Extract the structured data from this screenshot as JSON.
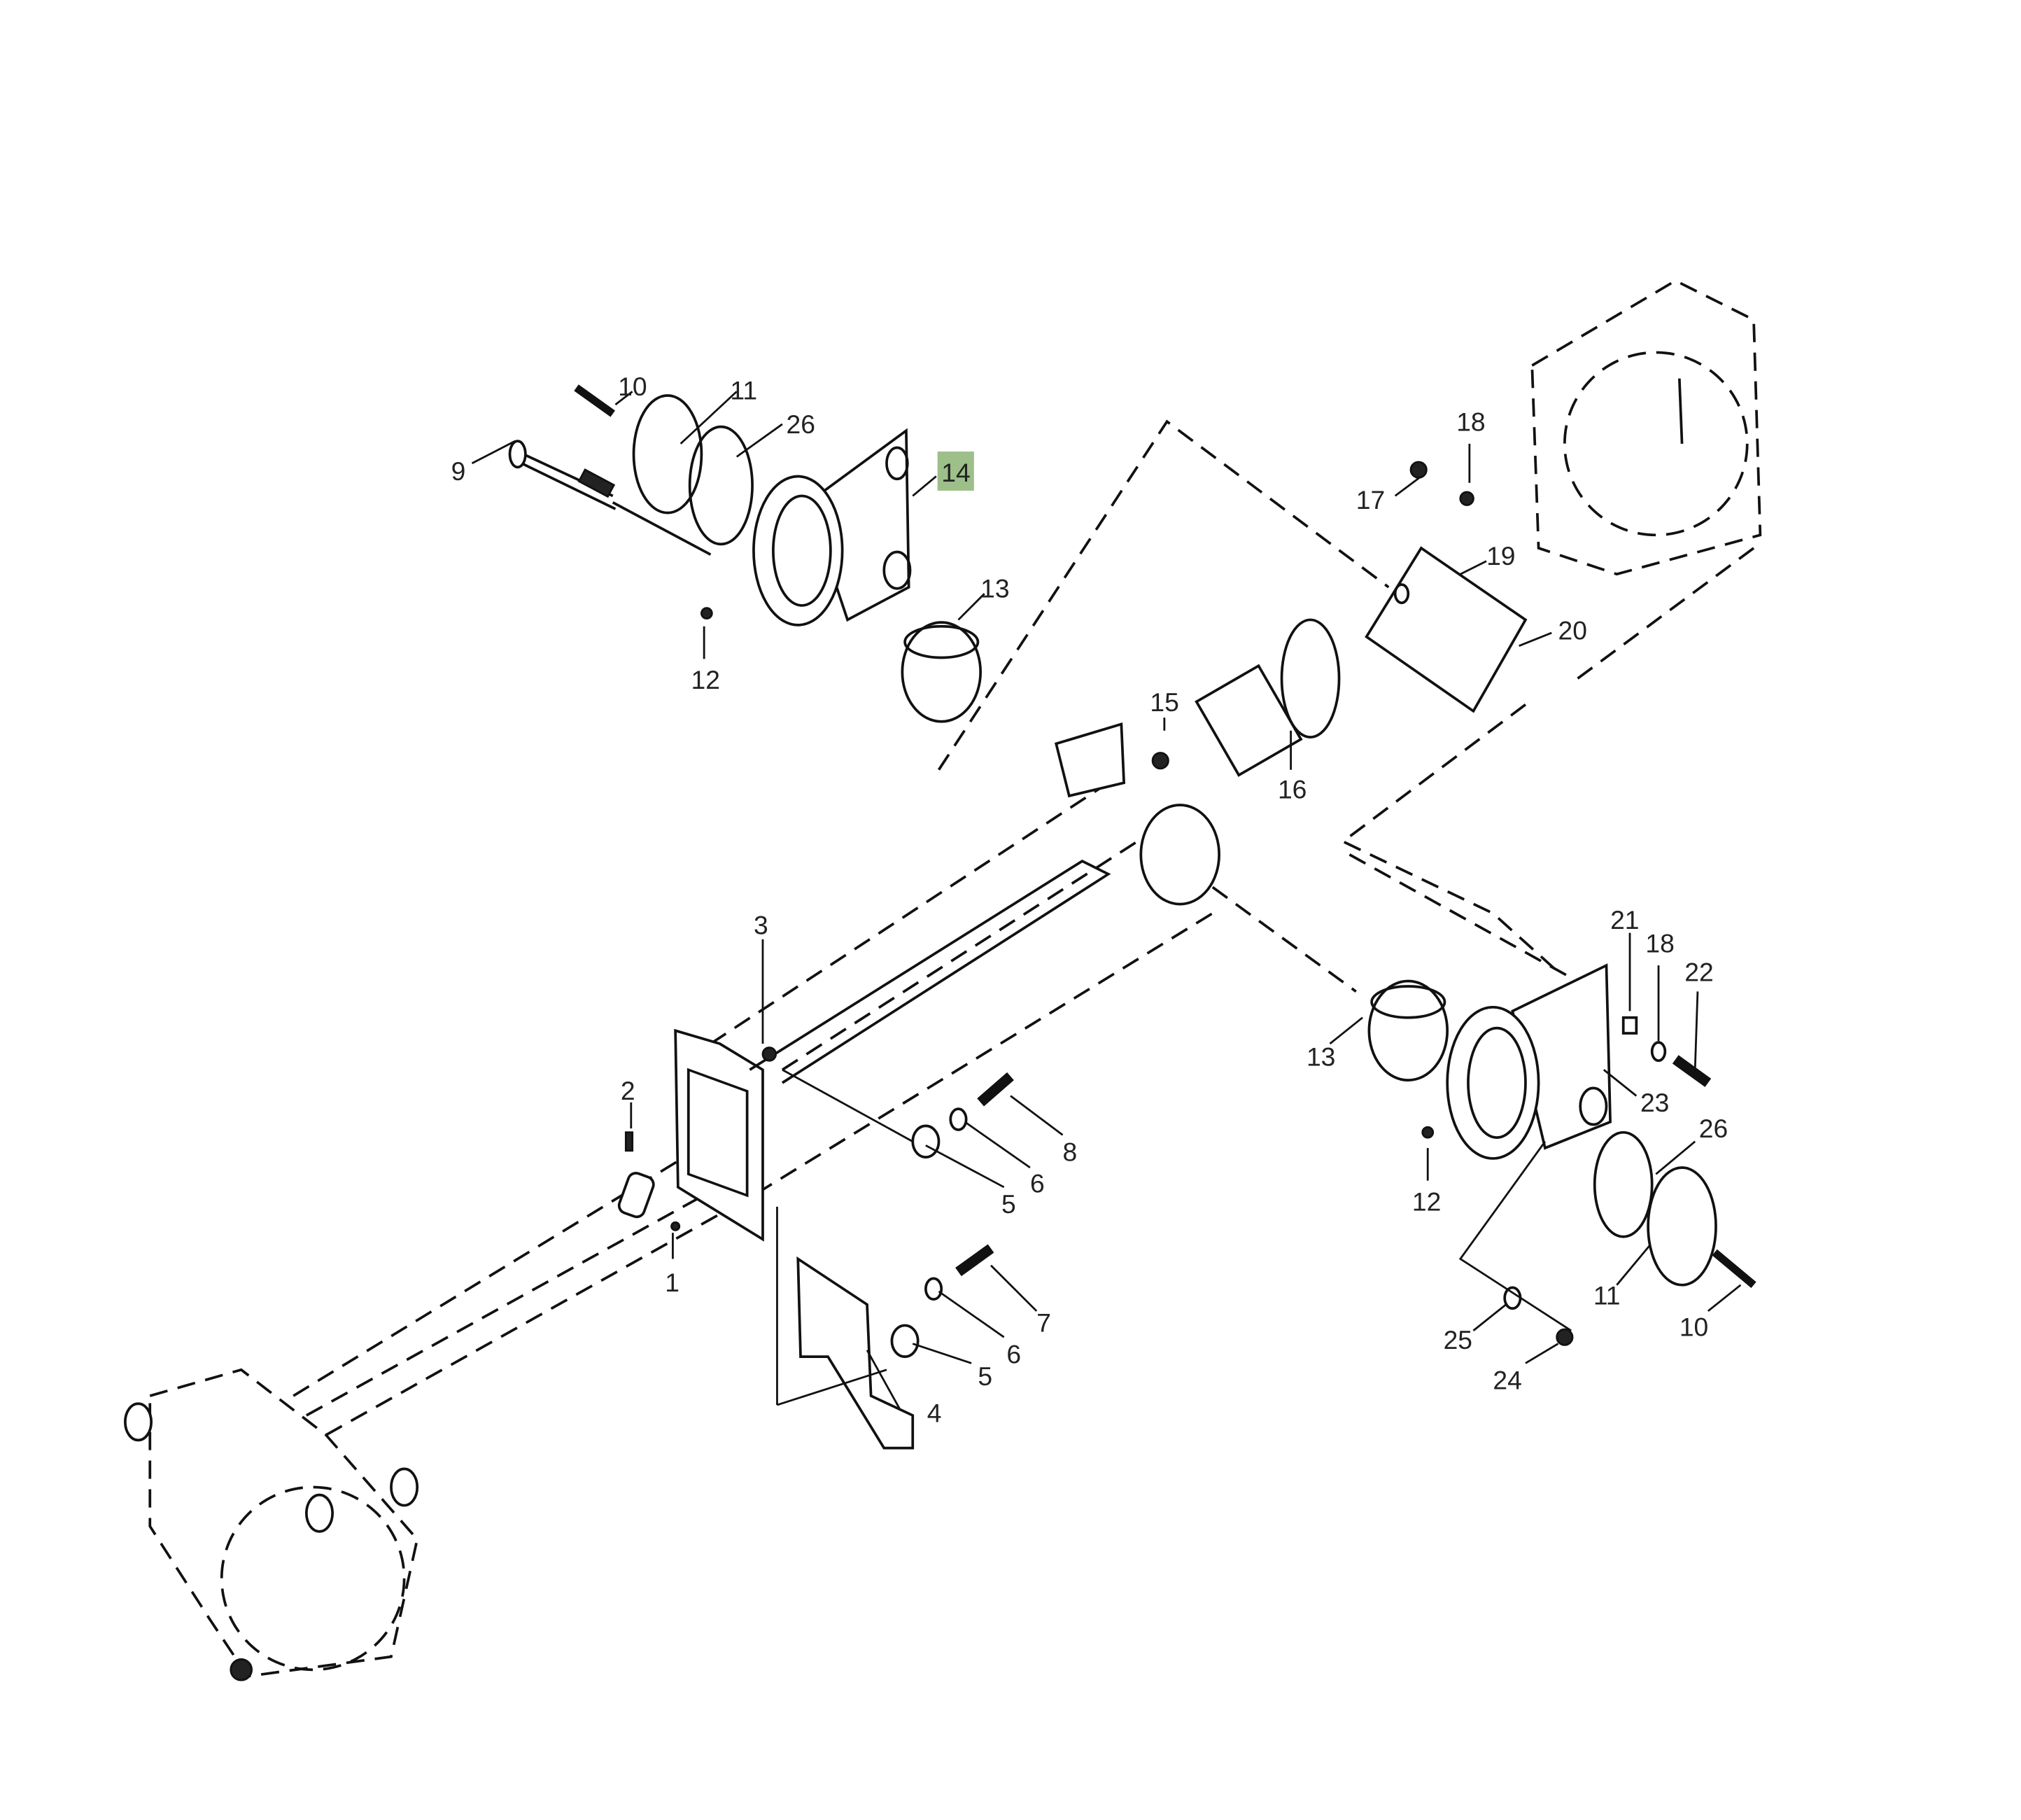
{
  "diagram": {
    "type": "exploded parts diagram",
    "highlight_color": "#9dbf8a",
    "highlighted_callout": "14",
    "callouts": {
      "c1": "1",
      "c2": "2",
      "c3": "3",
      "c4": "4",
      "c5a": "5",
      "c5b": "5",
      "c6a": "6",
      "c6b": "6",
      "c7": "7",
      "c8": "8",
      "c9": "9",
      "c10a": "10",
      "c10b": "10",
      "c11a": "11",
      "c11b": "11",
      "c12a": "12",
      "c12b": "12",
      "c13a": "13",
      "c13b": "13",
      "c14": "14",
      "c15": "15",
      "c16": "16",
      "c17": "17",
      "c18a": "18",
      "c18b": "18",
      "c19": "19",
      "c20": "20",
      "c21": "21",
      "c22": "22",
      "c23": "23",
      "c24": "24",
      "c25": "25",
      "c26a": "26",
      "c26b": "26"
    }
  }
}
